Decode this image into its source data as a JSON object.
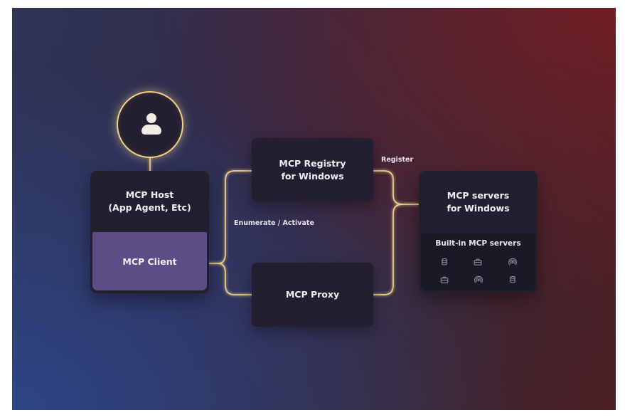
{
  "user": {
    "icon": "user-icon"
  },
  "host": {
    "title": "MCP Host\n(App Agent, Etc)",
    "client_label": "MCP Client"
  },
  "registry": {
    "title": "MCP Registry\nfor Windows"
  },
  "proxy": {
    "title": "MCP Proxy"
  },
  "servers": {
    "title": "MCP servers\nfor Windows",
    "builtin_title": "Built-in MCP servers",
    "icons": [
      "database-icon",
      "briefcase-icon",
      "broadcast-icon",
      "briefcase-icon",
      "broadcast-icon",
      "database-icon"
    ]
  },
  "edges": {
    "enumerate_label": "Enumerate / Activate",
    "register_label": "Register"
  },
  "colors": {
    "wire": "#f1d58a",
    "node": "#211d2e",
    "client": "#5b4c86"
  }
}
